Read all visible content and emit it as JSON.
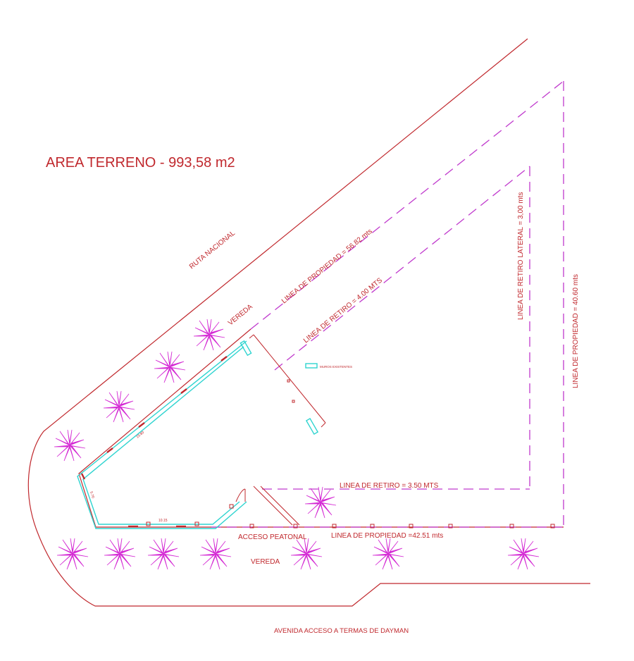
{
  "title": "AREA TERRENO - 993,58 m2",
  "labels": {
    "ruta": "RUTA NACIONAL",
    "vereda_top": "VEREDA",
    "vereda_bottom": "VEREDA",
    "linea_propiedad_diag": "LINEA DE PROPIEDAD = 56.82 mts",
    "linea_retiro_diag": "LINEA DE RETIRO = 4.00 MTS",
    "linea_retiro_lateral": "LINEA DE RETIRO LATERAL = 3,00 mts",
    "linea_propiedad_right": "LINEA DE PROPIEDAD = 40.60  mts",
    "linea_retiro_bottom": "LINEA DE RETIRO = 3.50 MTS",
    "linea_propiedad_bottom": "LINEA DE PROPIEDAD =42.51 mts",
    "acceso_peatonal": "ACCESO PEATONAL",
    "avenida": "AVENIDA ACCESO A TERMAS DE DAYMAN",
    "muros_existentes": "MUROS EXISTENTES",
    "dim_diag": "19.80",
    "dim_bottom": "10.15",
    "dim_left": "5.70"
  },
  "colors": {
    "road": "#c0282d",
    "property": "#c03acd",
    "walls": "#2fd4d0",
    "trees": "#d42ad4",
    "text": "#c0282d"
  }
}
